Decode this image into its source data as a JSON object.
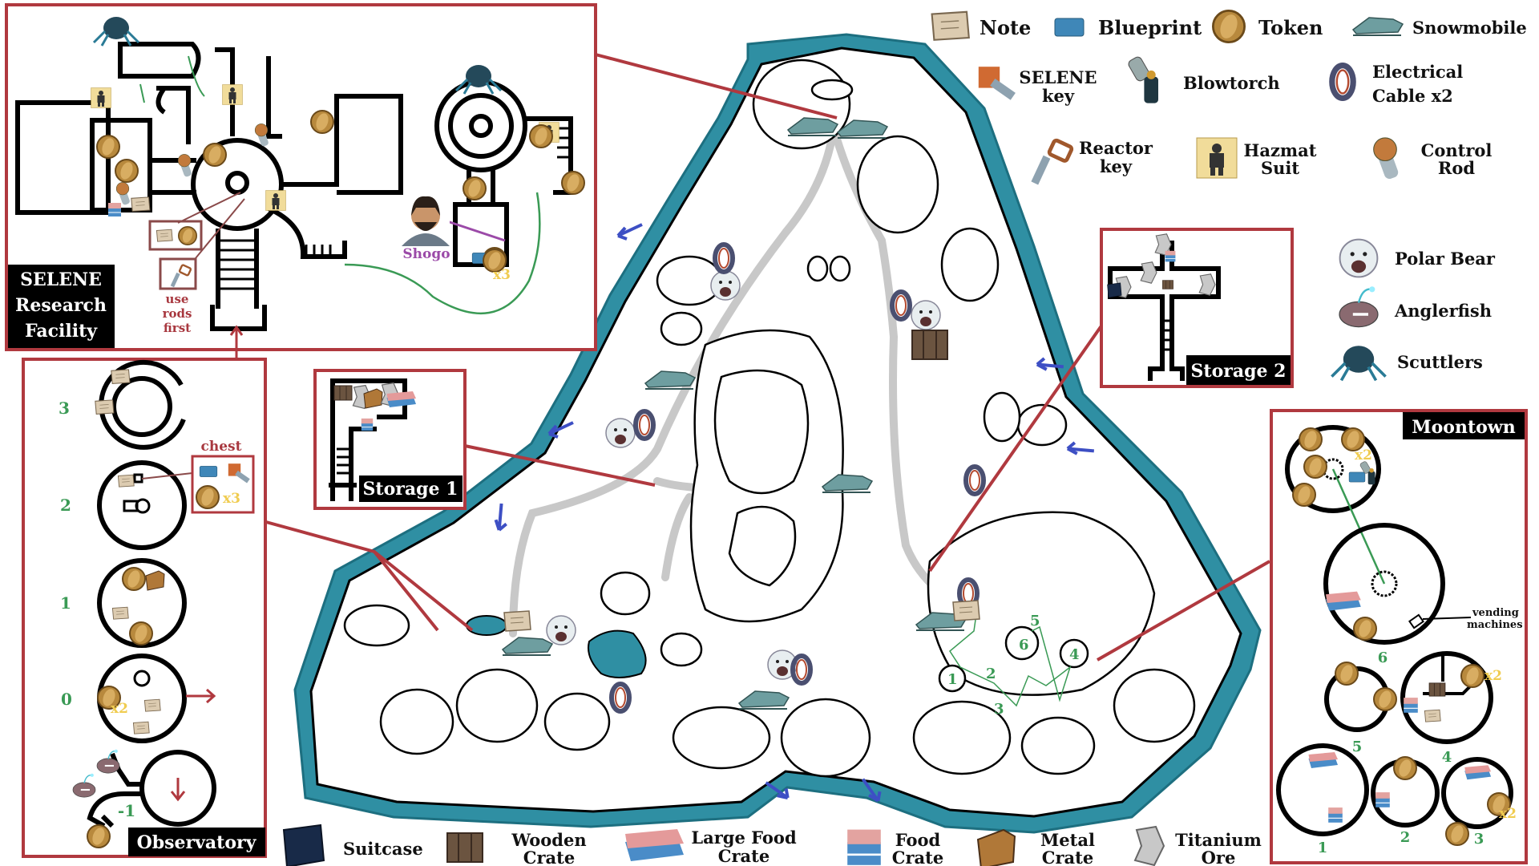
{
  "legend_top": {
    "note": "Note",
    "blueprint": "Blueprint",
    "token": "Token",
    "snowmobile": "Snowmobile",
    "selene_key": [
      "SELENE",
      "key"
    ],
    "blowtorch": "Blowtorch",
    "electrical_cable": [
      "Electrical",
      "Cable x2"
    ],
    "reactor_key": [
      "Reactor",
      "key"
    ],
    "hazmat_suit": [
      "Hazmat",
      "Suit"
    ],
    "control_rod": [
      "Control",
      "Rod"
    ]
  },
  "legend_creatures": {
    "polar_bear": "Polar Bear",
    "anglerfish": "Anglerfish",
    "scuttlers": "Scuttlers"
  },
  "legend_bottom": {
    "suitcase": "Suitcase",
    "wooden_crate": [
      "Wooden",
      "Crate"
    ],
    "large_food_crate": [
      "Large Food",
      "Crate"
    ],
    "food_crate": [
      "Food",
      "Crate"
    ],
    "metal_crate": [
      "Metal",
      "Crate"
    ],
    "titanium_ore": [
      "Titanium",
      "Ore"
    ]
  },
  "selene": {
    "title": [
      "SELENE",
      "Research",
      "Facility"
    ],
    "npc_name": "Shogo",
    "token_count": "x3",
    "hint": [
      "use",
      "rods",
      "first"
    ]
  },
  "observatory": {
    "title": "Observatory",
    "floors": [
      "3",
      "2",
      "1",
      "0",
      "-1"
    ],
    "chest_label": "chest",
    "chest_token_count": "x3",
    "floor0_token_count": "x2"
  },
  "storage1": {
    "title": "Storage 1"
  },
  "storage2": {
    "title": "Storage 2"
  },
  "moontown": {
    "title": "Moontown",
    "top_token_count": "x2",
    "vending": [
      "vending",
      "machines"
    ],
    "buildings": [
      "1",
      "2",
      "3",
      "4",
      "5",
      "6"
    ],
    "b4_token_count": "x2",
    "b3_token_count": "x2"
  },
  "map_markers": [
    "1",
    "2",
    "3",
    "4",
    "5",
    "6"
  ],
  "colors": {
    "water": "#2f8fa3",
    "frame": "#b0393f",
    "road": "#c8c8c8",
    "marker": "#3a9a55",
    "arrow": "#3d4fc4"
  }
}
